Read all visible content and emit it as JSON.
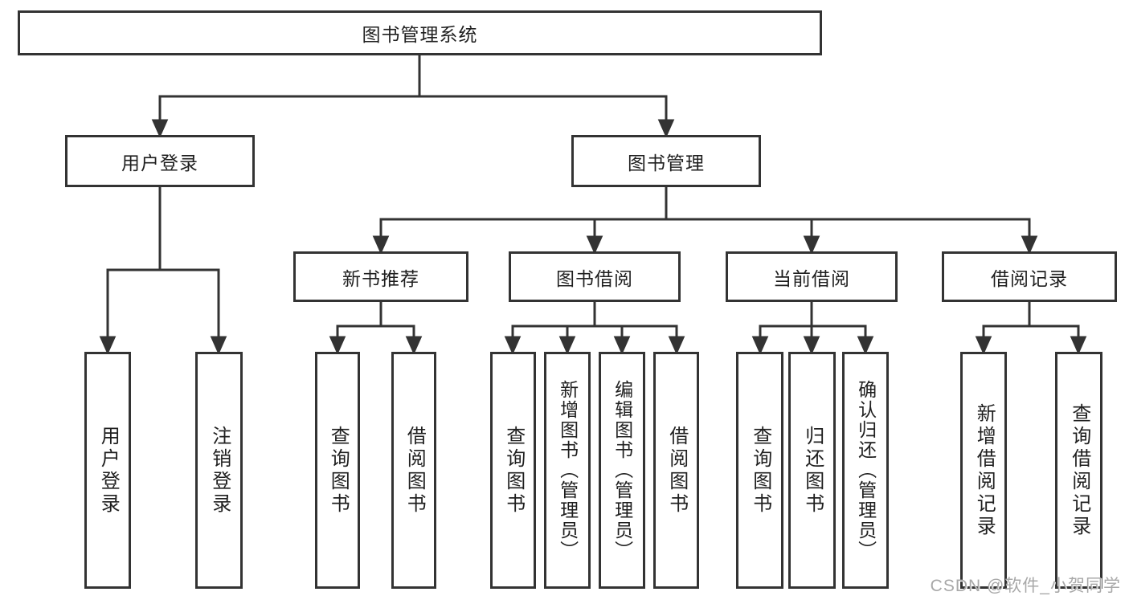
{
  "diagram": {
    "type": "tree",
    "root": {
      "label": "图书管理系统"
    },
    "branches": [
      {
        "label": "用户登录",
        "children": [
          {
            "label": "用户登录"
          },
          {
            "label": "注销登录"
          }
        ]
      },
      {
        "label": "图书管理",
        "children": [
          {
            "label": "新书推荐",
            "children": [
              {
                "label": "查询图书"
              },
              {
                "label": "借阅图书"
              }
            ]
          },
          {
            "label": "图书借阅",
            "children": [
              {
                "label": "查询图书"
              },
              {
                "label": "新增图书（管理员）"
              },
              {
                "label": "编辑图书（管理员）"
              },
              {
                "label": "借阅图书"
              }
            ]
          },
          {
            "label": "当前借阅",
            "children": [
              {
                "label": "查询图书"
              },
              {
                "label": "归还图书"
              },
              {
                "label": "确认归还（管理员）"
              }
            ]
          },
          {
            "label": "借阅记录",
            "children": [
              {
                "label": "新增借阅记录"
              },
              {
                "label": "查询借阅记录"
              }
            ]
          }
        ]
      }
    ]
  },
  "watermark": {
    "text": "CSDN @软件_小贺同学"
  },
  "colors": {
    "line": "#333333",
    "box_border": "#333333",
    "text": "#1f1f1f",
    "watermark": "#a8a8a8",
    "background": "#ffffff"
  }
}
